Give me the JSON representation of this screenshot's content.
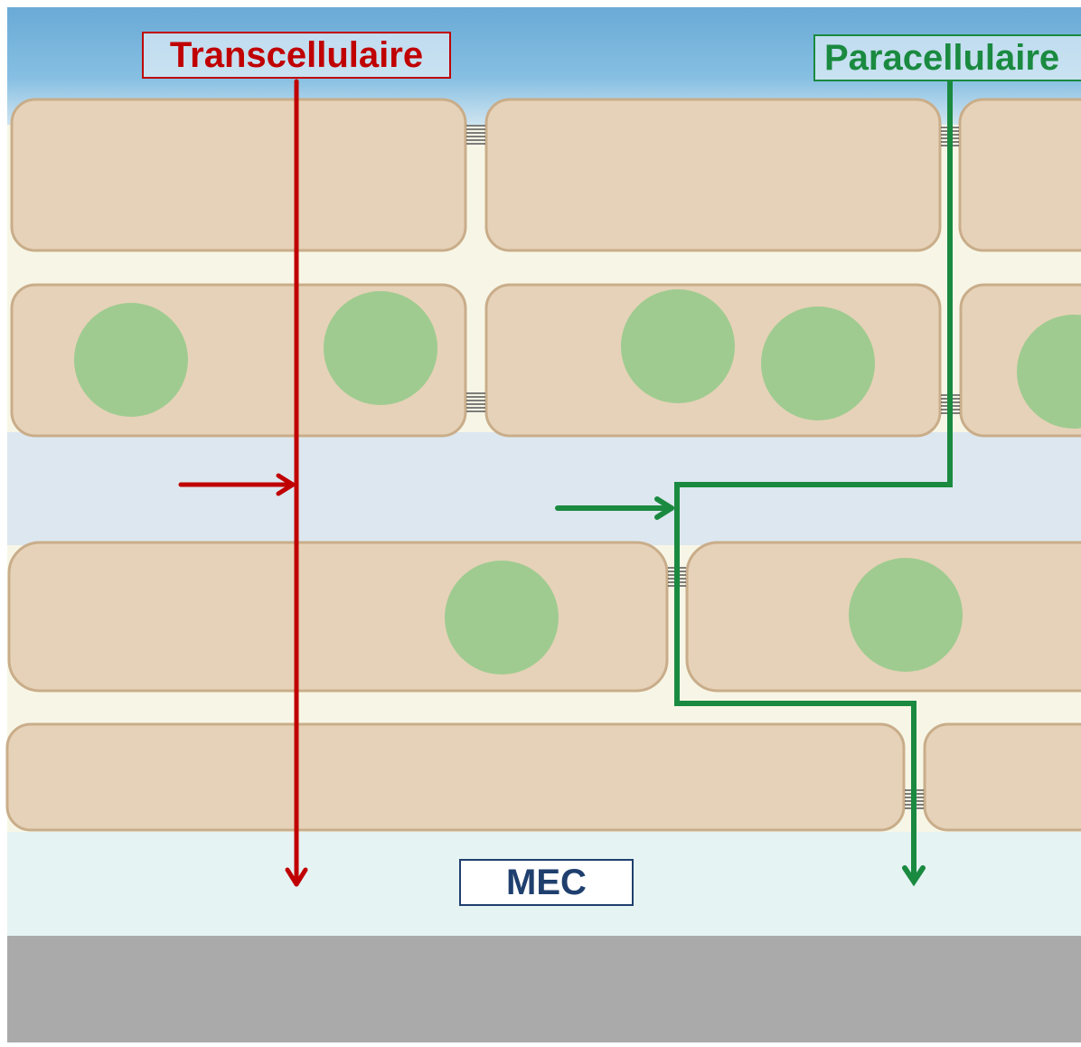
{
  "labels": {
    "transcellular": "Transcellulaire",
    "paracellular": "Paracellulaire",
    "ecm": "MEC"
  },
  "colors": {
    "transcellular": "#c00000",
    "paracellular": "#1a8a40",
    "ecm": "#1f3f6e",
    "cell_fill": "#e6d2b8",
    "cell_border": "#c9ad8a",
    "nucleus": "#9fcb90",
    "membrane": "#aaaaaa"
  }
}
